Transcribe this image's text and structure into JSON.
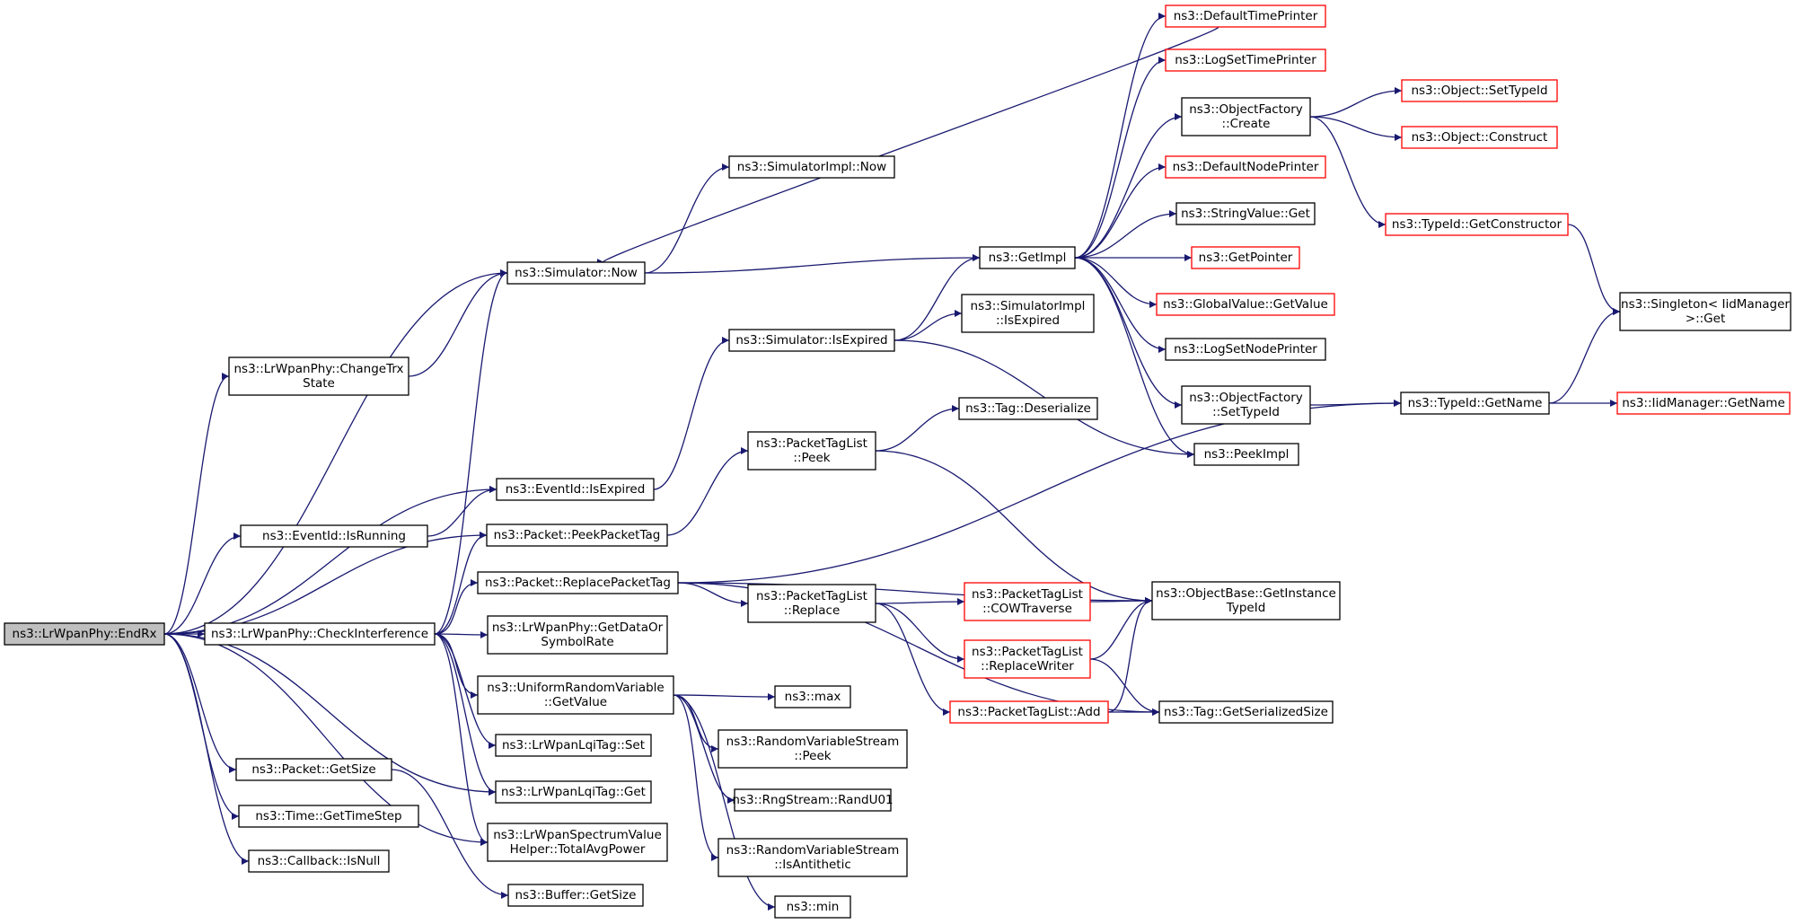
{
  "colors": {
    "edge": "#191970",
    "border": "#000000",
    "border_undocumented": "#ff0000",
    "root_fill": "#bfbfbf"
  },
  "nodes": {
    "endrx": [
      "ns3::LrWpanPhy::EndRx"
    ],
    "checkinterf": [
      "ns3::LrWpanPhy::CheckInterference"
    ],
    "changetrx": [
      "ns3::LrWpanPhy::ChangeTrx",
      "State"
    ],
    "eventisexpired": [
      "ns3::EventId::IsExpired"
    ],
    "eventisrunning": [
      "ns3::EventId::IsRunning"
    ],
    "peekpackettag": [
      "ns3::Packet::PeekPacketTag"
    ],
    "replacepackettag": [
      "ns3::Packet::ReplacePacketTag"
    ],
    "simnow": [
      "ns3::Simulator::Now"
    ],
    "simimplnow": [
      "ns3::SimulatorImpl::Now"
    ],
    "getdataor": [
      "ns3::LrWpanPhy::GetDataOr",
      "SymbolRate"
    ],
    "uniformgetvalue": [
      "ns3::UniformRandomVariable",
      "::GetValue"
    ],
    "lqiset": [
      "ns3::LrWpanLqiTag::Set"
    ],
    "lqiget": [
      "ns3::LrWpanLqiTag::Get"
    ],
    "totalavgpower": [
      "ns3::LrWpanSpectrumValue",
      "Helper::TotalAvgPower"
    ],
    "packetgetsize": [
      "ns3::Packet::GetSize"
    ],
    "timestep": [
      "ns3::Time::GetTimeStep"
    ],
    "callbackisnull": [
      "ns3::Callback::IsNull"
    ],
    "buffergetsize": [
      "ns3::Buffer::GetSize"
    ],
    "simisexpired": [
      "ns3::Simulator::IsExpired"
    ],
    "implisexpired": [
      "ns3::SimulatorImpl",
      "::IsExpired"
    ],
    "getimpl": [
      "ns3::GetImpl"
    ],
    "ptlpeek": [
      "ns3::PacketTagList",
      "::Peek"
    ],
    "tagdeserialize": [
      "ns3::Tag::Deserialize"
    ],
    "ptlreplace": [
      "ns3::PacketTagList",
      "::Replace"
    ],
    "max": [
      "ns3::max"
    ],
    "rvspeek": [
      "ns3::RandomVariableStream",
      "::Peek"
    ],
    "randu01": [
      "ns3::RngStream::RandU01"
    ],
    "isantithetic": [
      "ns3::RandomVariableStream",
      "::IsAntithetic"
    ],
    "min": [
      "ns3::min"
    ],
    "deftimeprinter": [
      "ns3::DefaultTimePrinter"
    ],
    "logsettimeprinter": [
      "ns3::LogSetTimePrinter"
    ],
    "ofcreate": [
      "ns3::ObjectFactory",
      "::Create"
    ],
    "defnodeprinter": [
      "ns3::DefaultNodePrinter"
    ],
    "stringvalueget": [
      "ns3::StringValue::Get"
    ],
    "getpointer": [
      "ns3::GetPointer"
    ],
    "globalvalue": [
      "ns3::GlobalValue::GetValue"
    ],
    "logsetnodeprinter": [
      "ns3::LogSetNodePrinter"
    ],
    "ofsettypeid": [
      "ns3::ObjectFactory",
      "::SetTypeId"
    ],
    "peekimpl": [
      "ns3::PeekImpl"
    ],
    "cowtraverse": [
      "ns3::PacketTagList",
      "::COWTraverse"
    ],
    "replacewriter": [
      "ns3::PacketTagList",
      "::ReplaceWriter"
    ],
    "ptladd": [
      "ns3::PacketTagList::Add"
    ],
    "objsettypeid": [
      "ns3::Object::SetTypeId"
    ],
    "objconstruct": [
      "ns3::Object::Construct"
    ],
    "getconstructor": [
      "ns3::TypeId::GetConstructor"
    ],
    "typeidgetname": [
      "ns3::TypeId::GetName"
    ],
    "objbase": [
      "ns3::ObjectBase::GetInstance",
      "TypeId"
    ],
    "taggetsize": [
      "ns3::Tag::GetSerializedSize"
    ],
    "singleton": [
      "ns3::Singleton< IidManager",
      " >::Get"
    ],
    "iidgetname": [
      "ns3::IidManager::GetName"
    ]
  },
  "undocumented": [
    "deftimeprinter",
    "logsettimeprinter",
    "defnodeprinter",
    "getpointer",
    "globalvalue",
    "cowtraverse",
    "replacewriter",
    "ptladd",
    "objsettypeid",
    "objconstruct",
    "getconstructor",
    "iidgetname"
  ],
  "edges": [
    [
      "endrx",
      "checkinterf"
    ],
    [
      "endrx",
      "changetrx"
    ],
    [
      "endrx",
      "eventisexpired"
    ],
    [
      "endrx",
      "eventisrunning"
    ],
    [
      "endrx",
      "peekpackettag"
    ],
    [
      "endrx",
      "simnow"
    ],
    [
      "endrx",
      "lqiget"
    ],
    [
      "endrx",
      "totalavgpower"
    ],
    [
      "endrx",
      "packetgetsize"
    ],
    [
      "endrx",
      "timestep"
    ],
    [
      "endrx",
      "callbackisnull"
    ],
    [
      "changetrx",
      "simnow"
    ],
    [
      "eventisrunning",
      "eventisexpired"
    ],
    [
      "checkinterf",
      "simnow"
    ],
    [
      "checkinterf",
      "peekpackettag"
    ],
    [
      "checkinterf",
      "replacepackettag"
    ],
    [
      "checkinterf",
      "getdataor"
    ],
    [
      "checkinterf",
      "uniformgetvalue"
    ],
    [
      "checkinterf",
      "lqiset"
    ],
    [
      "checkinterf",
      "lqiget"
    ],
    [
      "checkinterf",
      "totalavgpower"
    ],
    [
      "packetgetsize",
      "buffergetsize"
    ],
    [
      "simnow",
      "simimplnow"
    ],
    [
      "simnow",
      "getimpl"
    ],
    [
      "deftimeprinter",
      "simnow"
    ],
    [
      "eventisexpired",
      "simisexpired"
    ],
    [
      "simisexpired",
      "getimpl"
    ],
    [
      "simisexpired",
      "implisexpired"
    ],
    [
      "simisexpired",
      "peekimpl"
    ],
    [
      "peekpackettag",
      "ptlpeek"
    ],
    [
      "ptlpeek",
      "tagdeserialize"
    ],
    [
      "ptlpeek",
      "objbase"
    ],
    [
      "replacepackettag",
      "ptlreplace"
    ],
    [
      "replacepackettag",
      "objbase"
    ],
    [
      "replacepackettag",
      "typeidgetname"
    ],
    [
      "replacepackettag",
      "taggetsize"
    ],
    [
      "ptlreplace",
      "cowtraverse"
    ],
    [
      "ptlreplace",
      "replacewriter"
    ],
    [
      "ptlreplace",
      "ptladd"
    ],
    [
      "cowtraverse",
      "objbase"
    ],
    [
      "replacewriter",
      "objbase"
    ],
    [
      "replacewriter",
      "taggetsize"
    ],
    [
      "ptladd",
      "objbase"
    ],
    [
      "ptladd",
      "taggetsize"
    ],
    [
      "uniformgetvalue",
      "max"
    ],
    [
      "uniformgetvalue",
      "rvspeek"
    ],
    [
      "uniformgetvalue",
      "randu01"
    ],
    [
      "uniformgetvalue",
      "isantithetic"
    ],
    [
      "uniformgetvalue",
      "min"
    ],
    [
      "getimpl",
      "deftimeprinter"
    ],
    [
      "getimpl",
      "logsettimeprinter"
    ],
    [
      "getimpl",
      "ofcreate"
    ],
    [
      "getimpl",
      "defnodeprinter"
    ],
    [
      "getimpl",
      "stringvalueget"
    ],
    [
      "getimpl",
      "getpointer"
    ],
    [
      "getimpl",
      "globalvalue"
    ],
    [
      "getimpl",
      "logsetnodeprinter"
    ],
    [
      "getimpl",
      "ofsettypeid"
    ],
    [
      "getimpl",
      "peekimpl"
    ],
    [
      "ofcreate",
      "objsettypeid"
    ],
    [
      "ofcreate",
      "objconstruct"
    ],
    [
      "ofcreate",
      "getconstructor"
    ],
    [
      "getconstructor",
      "singleton"
    ],
    [
      "ofsettypeid",
      "typeidgetname"
    ],
    [
      "typeidgetname",
      "singleton"
    ],
    [
      "typeidgetname",
      "iidgetname"
    ]
  ]
}
